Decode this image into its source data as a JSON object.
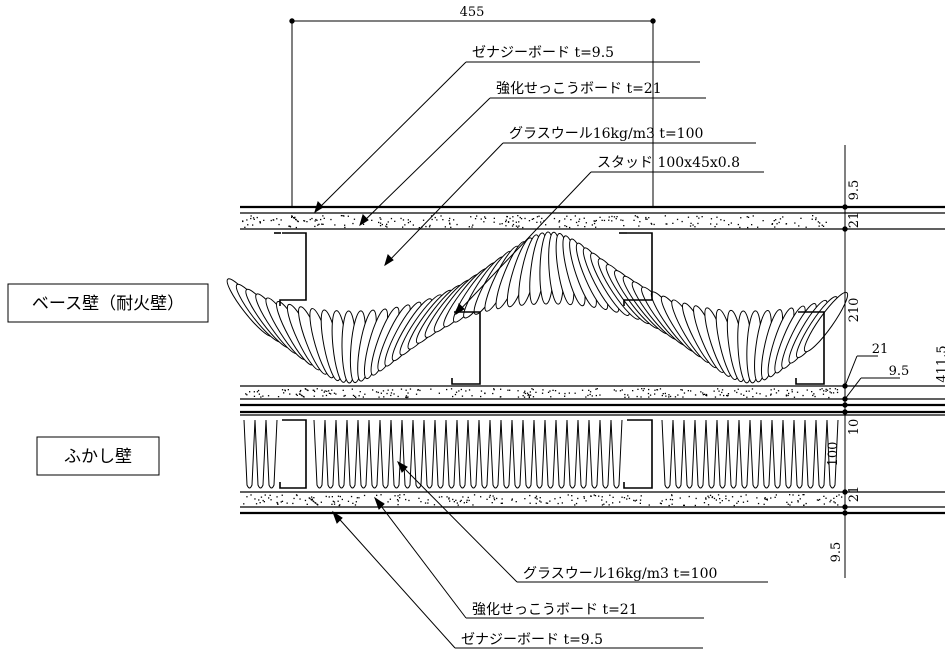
{
  "top_dimension": "455",
  "callouts_top": [
    {
      "id": "zena-top",
      "text": "ゼナジーボード t=9.5"
    },
    {
      "id": "gypsum-top",
      "text": "強化せっこうボード t=21"
    },
    {
      "id": "wool-top",
      "text": "グラスウール16kg/m3 t=100"
    },
    {
      "id": "stud",
      "text": "スタッド 100x45x0.8"
    }
  ],
  "callouts_bottom": [
    {
      "id": "wool-bottom",
      "text": "グラスウール16kg/m3 t=100"
    },
    {
      "id": "gypsum-bottom",
      "text": "強化せっこうボード t=21"
    },
    {
      "id": "zena-bottom",
      "text": "ゼナジーボード t=9.5"
    }
  ],
  "side_labels": {
    "base_wall": "ベース壁（耐火壁）",
    "furring_wall": "ふかし壁"
  },
  "right_dimensions": {
    "d_9_5_top": "9.5",
    "d_21_top": "21",
    "d_210": "210",
    "d_21_mid": "21",
    "d_9_5_mid": "9.5",
    "d_10": "10",
    "d_100": "100",
    "d_21_bottom": "21",
    "d_9_5_bottom": "9.5",
    "d_total": "411.5"
  }
}
